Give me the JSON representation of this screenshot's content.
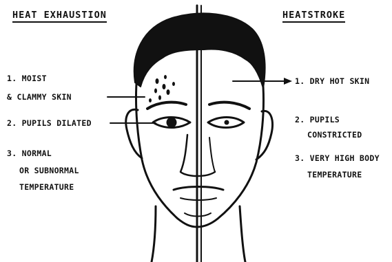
{
  "colors": {
    "ink": "#111111",
    "background": "#ffffff"
  },
  "left": {
    "title": "HEAT EXHAUSTION",
    "items": [
      {
        "lines": [
          "1. MOIST",
          "& CLAMMY SKIN"
        ]
      },
      {
        "lines": [
          "2. PUPILS DILATED"
        ]
      },
      {
        "lines": [
          "3. NORMAL",
          "OR SUBNORMAL",
          "TEMPERATURE"
        ]
      }
    ]
  },
  "right": {
    "title": "HEATSTROKE",
    "items": [
      {
        "lines": [
          "1. DRY HOT SKIN"
        ]
      },
      {
        "lines": [
          "2. PUPILS",
          "CONSTRICTED"
        ]
      },
      {
        "lines": [
          "3. VERY HIGH BODY",
          "TEMPERATURE"
        ]
      }
    ]
  }
}
